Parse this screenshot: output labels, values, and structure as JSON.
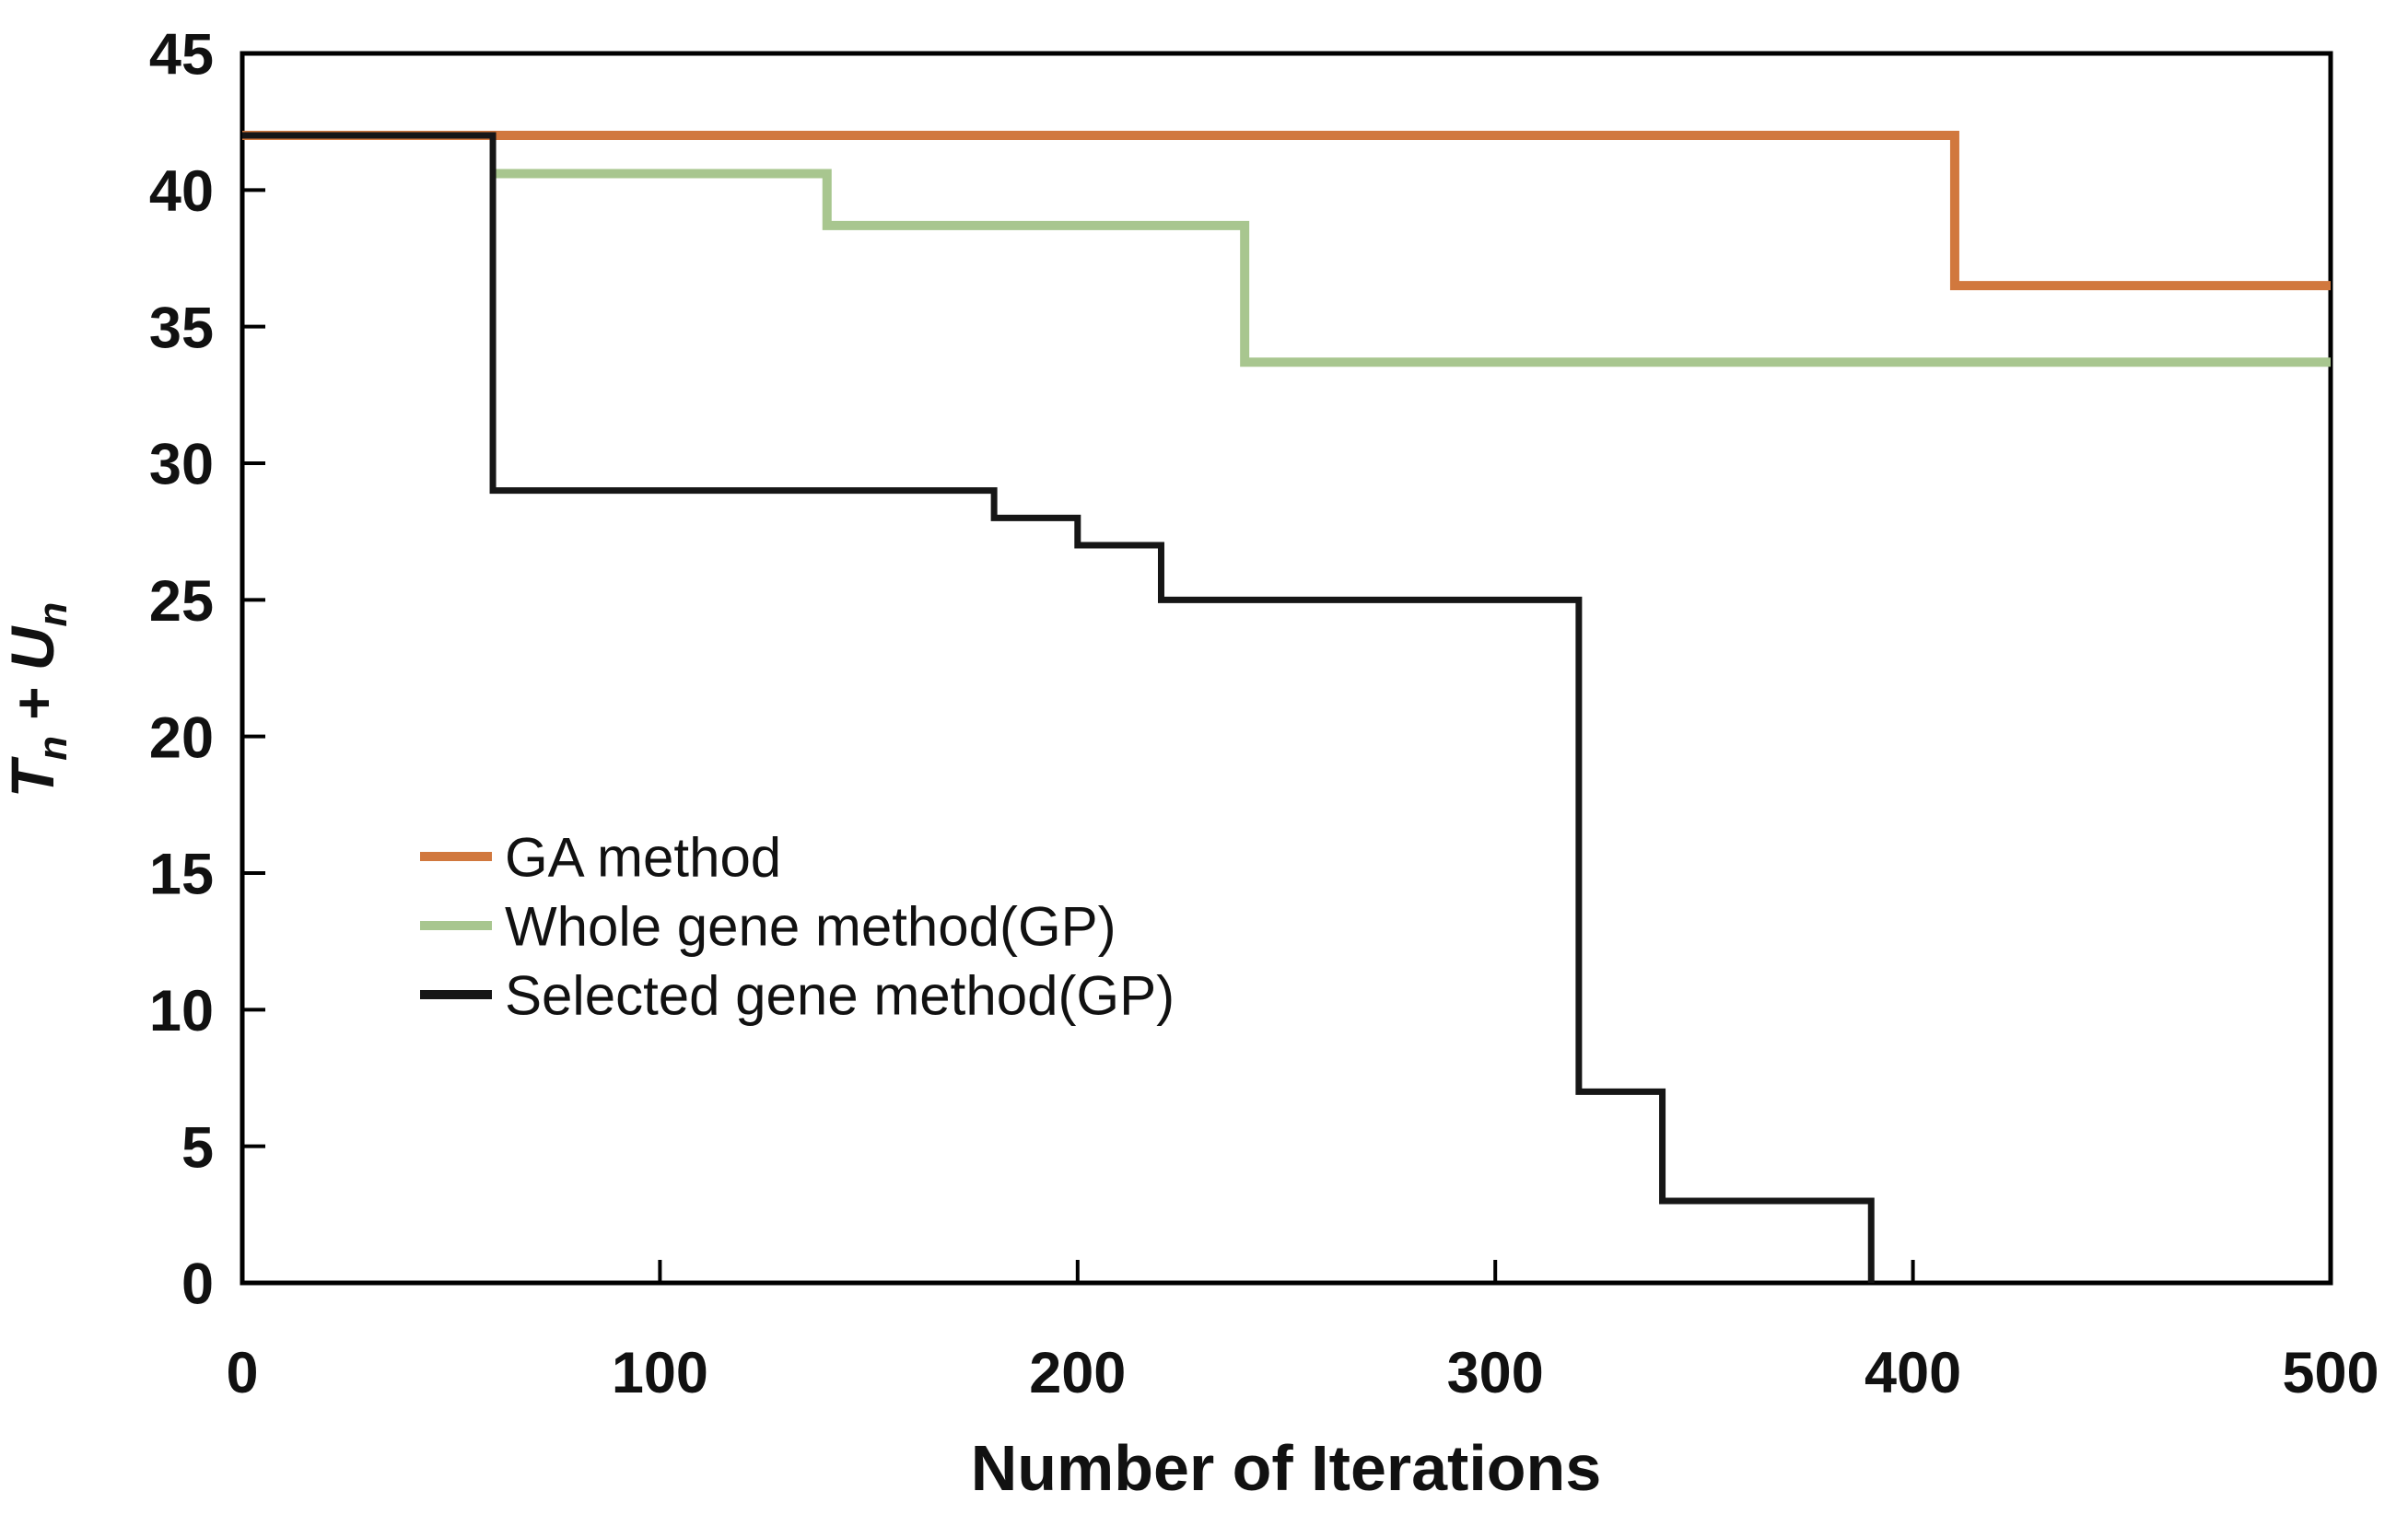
{
  "figure": {
    "background": "#FFFFFF",
    "frame_color": "#000000"
  },
  "chart_data": {
    "type": "line",
    "step": true,
    "title": "",
    "xlabel": "Number of Iterations",
    "ylabel": "Tn + Un",
    "ylabel_parts": [
      {
        "text": "T",
        "style": "italic"
      },
      {
        "text": "n",
        "style": "subscript"
      },
      {
        "text": " + ",
        "style": "normal"
      },
      {
        "text": "U",
        "style": "italic"
      },
      {
        "text": "n",
        "style": "subscript"
      }
    ],
    "xlim": [
      0,
      500
    ],
    "ylim": [
      0,
      45
    ],
    "x_ticks": [
      0,
      100,
      200,
      300,
      400,
      500
    ],
    "y_ticks": [
      0,
      5,
      10,
      15,
      20,
      25,
      30,
      35,
      40,
      45
    ],
    "grid": false,
    "tick_style": "inside",
    "legend_position": "inside-middle-left",
    "series": [
      {
        "name": "GA method",
        "color": "#D1783E",
        "stroke_width": 10,
        "points": [
          [
            0,
            42
          ],
          [
            410,
            42
          ],
          [
            410,
            36.5
          ],
          [
            500,
            36.5
          ]
        ]
      },
      {
        "name": "Whole gene method(GP)",
        "color": "#A8C68F",
        "stroke_width": 10,
        "points": [
          [
            60,
            40.6
          ],
          [
            140,
            40.6
          ],
          [
            140,
            38.7
          ],
          [
            240,
            38.7
          ],
          [
            240,
            33.7
          ],
          [
            500,
            33.7
          ]
        ]
      },
      {
        "name": "Selected gene method(GP)",
        "color": "#161616",
        "stroke_width": 7,
        "points": [
          [
            0,
            42
          ],
          [
            60,
            42
          ],
          [
            60,
            29
          ],
          [
            180,
            29
          ],
          [
            180,
            28
          ],
          [
            200,
            28
          ],
          [
            200,
            27
          ],
          [
            220,
            27
          ],
          [
            220,
            25
          ],
          [
            320,
            25
          ],
          [
            320,
            7
          ],
          [
            340,
            7
          ],
          [
            340,
            3
          ],
          [
            390,
            3
          ],
          [
            390,
            0
          ]
        ]
      }
    ]
  }
}
